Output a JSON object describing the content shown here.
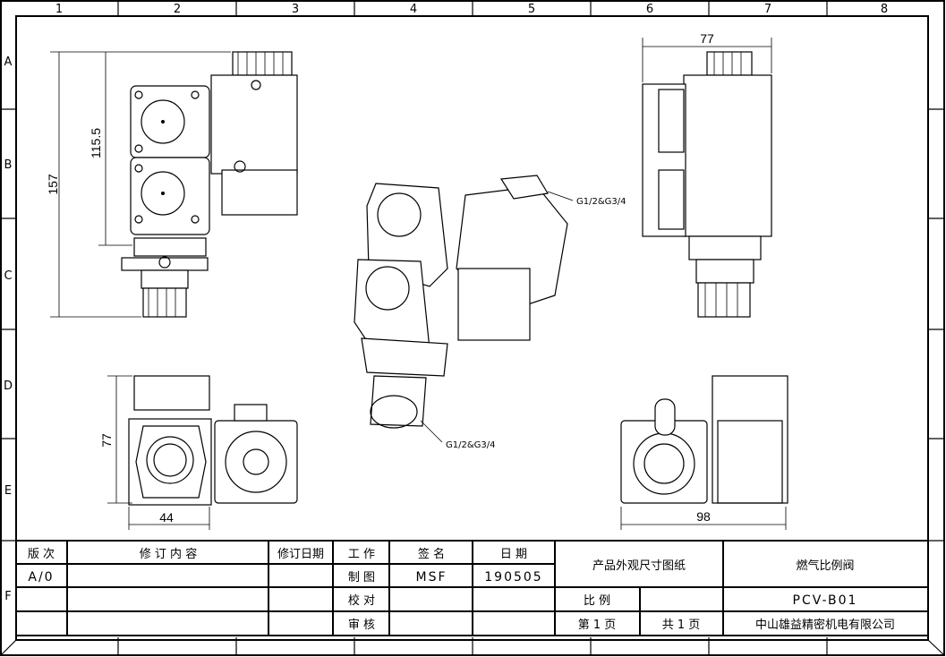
{
  "frame": {
    "columns": [
      "1",
      "2",
      "3",
      "4",
      "5",
      "6",
      "7",
      "8"
    ],
    "rows": [
      "A",
      "B",
      "C",
      "D",
      "E",
      "F"
    ]
  },
  "dimensions": {
    "height_total": "157",
    "height_body": "115.5",
    "top_width": "77",
    "bottom_height": "77",
    "bottom_width_left": "44",
    "bottom_width_right": "98",
    "thread_top": "G1/2&G3/4",
    "thread_bottom": "G1/2&G3/4"
  },
  "title_block": {
    "headers": {
      "version": "版 次",
      "revision_content": "修 订 内 容",
      "revision_date": "修订日期",
      "work": "工 作",
      "signature": "签 名",
      "date": "日 期"
    },
    "version_value": "A/0",
    "roles": [
      "制 图",
      "校 对",
      "审 核"
    ],
    "drawn_by": "MSF",
    "drawn_date": "190505",
    "drawing_title": "产品外观尺寸图纸",
    "product_name": "燃气比例阀",
    "scale_label": "比 例",
    "model": "PCV-B01",
    "page_label": "第 1 页",
    "total_label": "共 1 页",
    "company": "中山雄益精密机电有限公司"
  }
}
